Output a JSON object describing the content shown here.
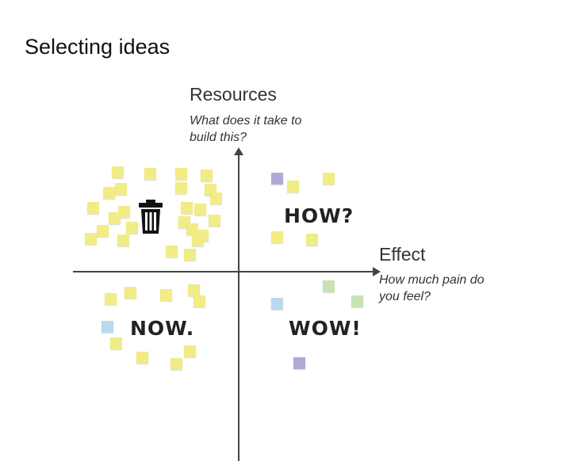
{
  "slide": {
    "title": "Selecting ideas"
  },
  "axes": {
    "vertical": {
      "title": "Resources",
      "subtitle_line1": "What does it take to",
      "subtitle_line2": "build this?"
    },
    "horizontal": {
      "title": "Effect",
      "subtitle_line1": "How much pain do",
      "subtitle_line2": "you feel?"
    }
  },
  "quadrants": {
    "top_right": "HOW?",
    "bottom_left": "NOW.",
    "bottom_right": "WOW!"
  },
  "icons": {
    "trash": "trash-can-icon"
  },
  "colors": {
    "yellow_note": "#f1ec86",
    "purple_note": "#b2a8d6",
    "blue_note": "#b9d9ef",
    "green_note": "#c7e2b4"
  }
}
